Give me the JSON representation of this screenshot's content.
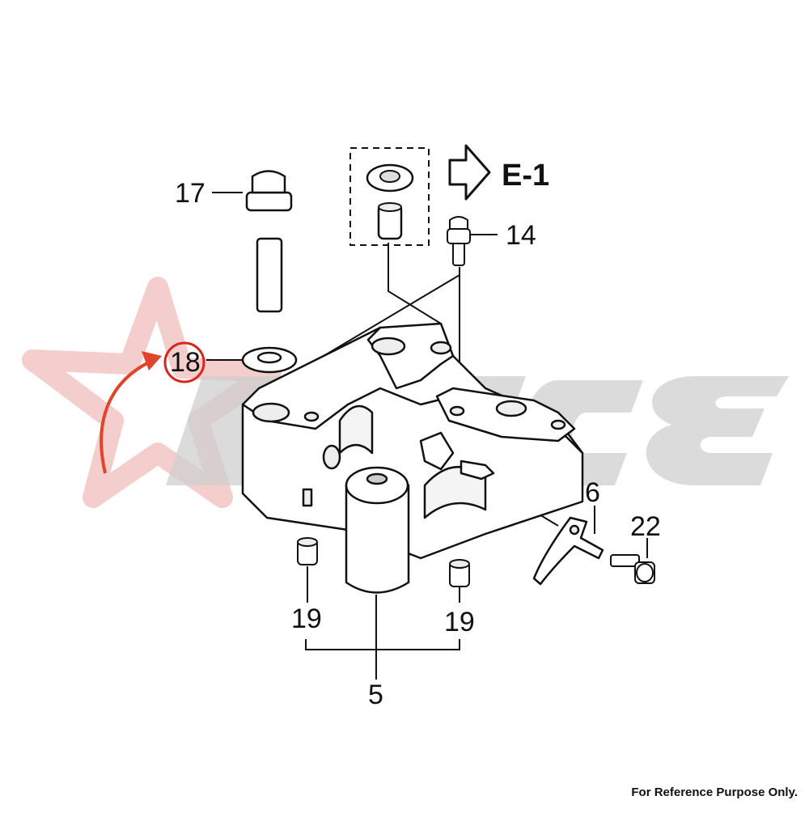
{
  "diagram": {
    "callouts": {
      "p17": "17",
      "p18": "18",
      "p14": "14",
      "p6": "6",
      "p22": "22",
      "p19a": "19",
      "p19b": "19",
      "p5": "5"
    },
    "reference_arrow": "E-1",
    "highlight_color": "#d8261c",
    "watermark_colors": {
      "star": "#f2c4c4",
      "letters": "#cfcfcf"
    }
  },
  "footer": {
    "note": "For Reference Purpose Only."
  }
}
